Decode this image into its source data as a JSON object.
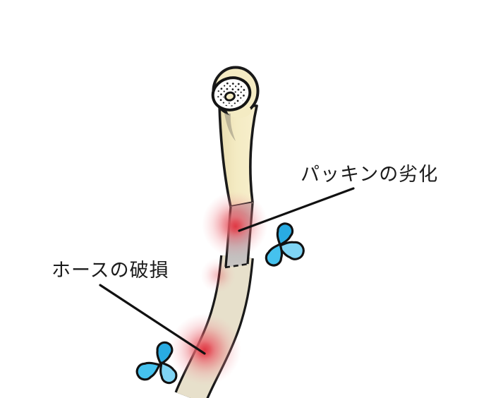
{
  "figure": {
    "kind": "illustration-diagram",
    "subject": "handheld shower head and hose with water-leak points"
  },
  "callouts": [
    {
      "id": "packing",
      "label": "パッキンの劣化",
      "target": "handle-hose-joint"
    },
    {
      "id": "hose",
      "label": "ホースの破損",
      "target": "hose-mid-section"
    }
  ],
  "icons": {
    "water_drops_upper": "water-drops-icon (leak at joint)",
    "water_drops_lower": "water-drops-icon (leak at hose)"
  },
  "colors": {
    "background": "#ffffff",
    "outline": "#191919",
    "shower_beige": "#f4ebc3",
    "shower_beige_shadow": "#e9ddb0",
    "hose_beige": "#e7e0cb",
    "connector_gray": "#b7b5b8",
    "leak_red": "#e23b46",
    "drop_blue_dark": "#29abe2",
    "drop_blue_mid": "#45c2ee",
    "drop_blue_light": "#7fd4f4",
    "face_white": "#ffffff"
  }
}
